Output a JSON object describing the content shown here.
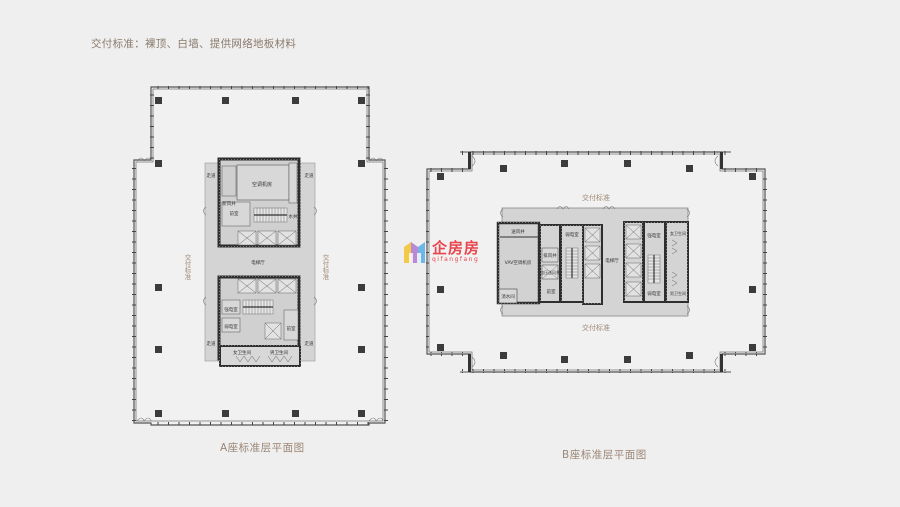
{
  "heading": "交付标准：裸顶、白墙、提供网络地板材料",
  "tower_a": {
    "caption": "A座标准层平面图",
    "left_label": "交付标准",
    "right_label": "交付标准",
    "rooms": {
      "ahu": "空调机房",
      "corridor_tl": "走道",
      "corridor_tr": "走道",
      "corridor_bl": "走道",
      "corridor_br": "走道",
      "fresh_air": "新风井",
      "cleaning_top": "前室",
      "water_well": "水井",
      "elevator_hall": "电梯厅",
      "strong_elec": "强电室",
      "weak_elec": "弱电室",
      "front_room_b": "前室",
      "female_wc": "女卫生间",
      "male_wc": "男卫生间"
    }
  },
  "tower_b": {
    "caption": "B座标准层平面图",
    "top_label": "交付标准",
    "bottom_label": "交付标准",
    "rooms": {
      "fresh_air": "送风井",
      "ahu": "VAV空调机房",
      "weak_elec": "弱电室",
      "exhaust": "排风井",
      "smoke": "加压送风井",
      "front_room": "前室",
      "fire_water": "消水间",
      "elevator_hall": "电梯厅",
      "strong_elec": "强电室",
      "weak_elec_2": "弱电室",
      "female_wc": "女卫生间",
      "male_wc": "男卫生间"
    }
  },
  "watermark": {
    "name": "企房房",
    "pinyin": "qifangfang"
  },
  "colors": {
    "background": "#efefef",
    "core_fill": "#d2d2d2",
    "wall": "#3a3a3a",
    "label_accent": "#a08a78",
    "brand_red": "#e8454d"
  }
}
